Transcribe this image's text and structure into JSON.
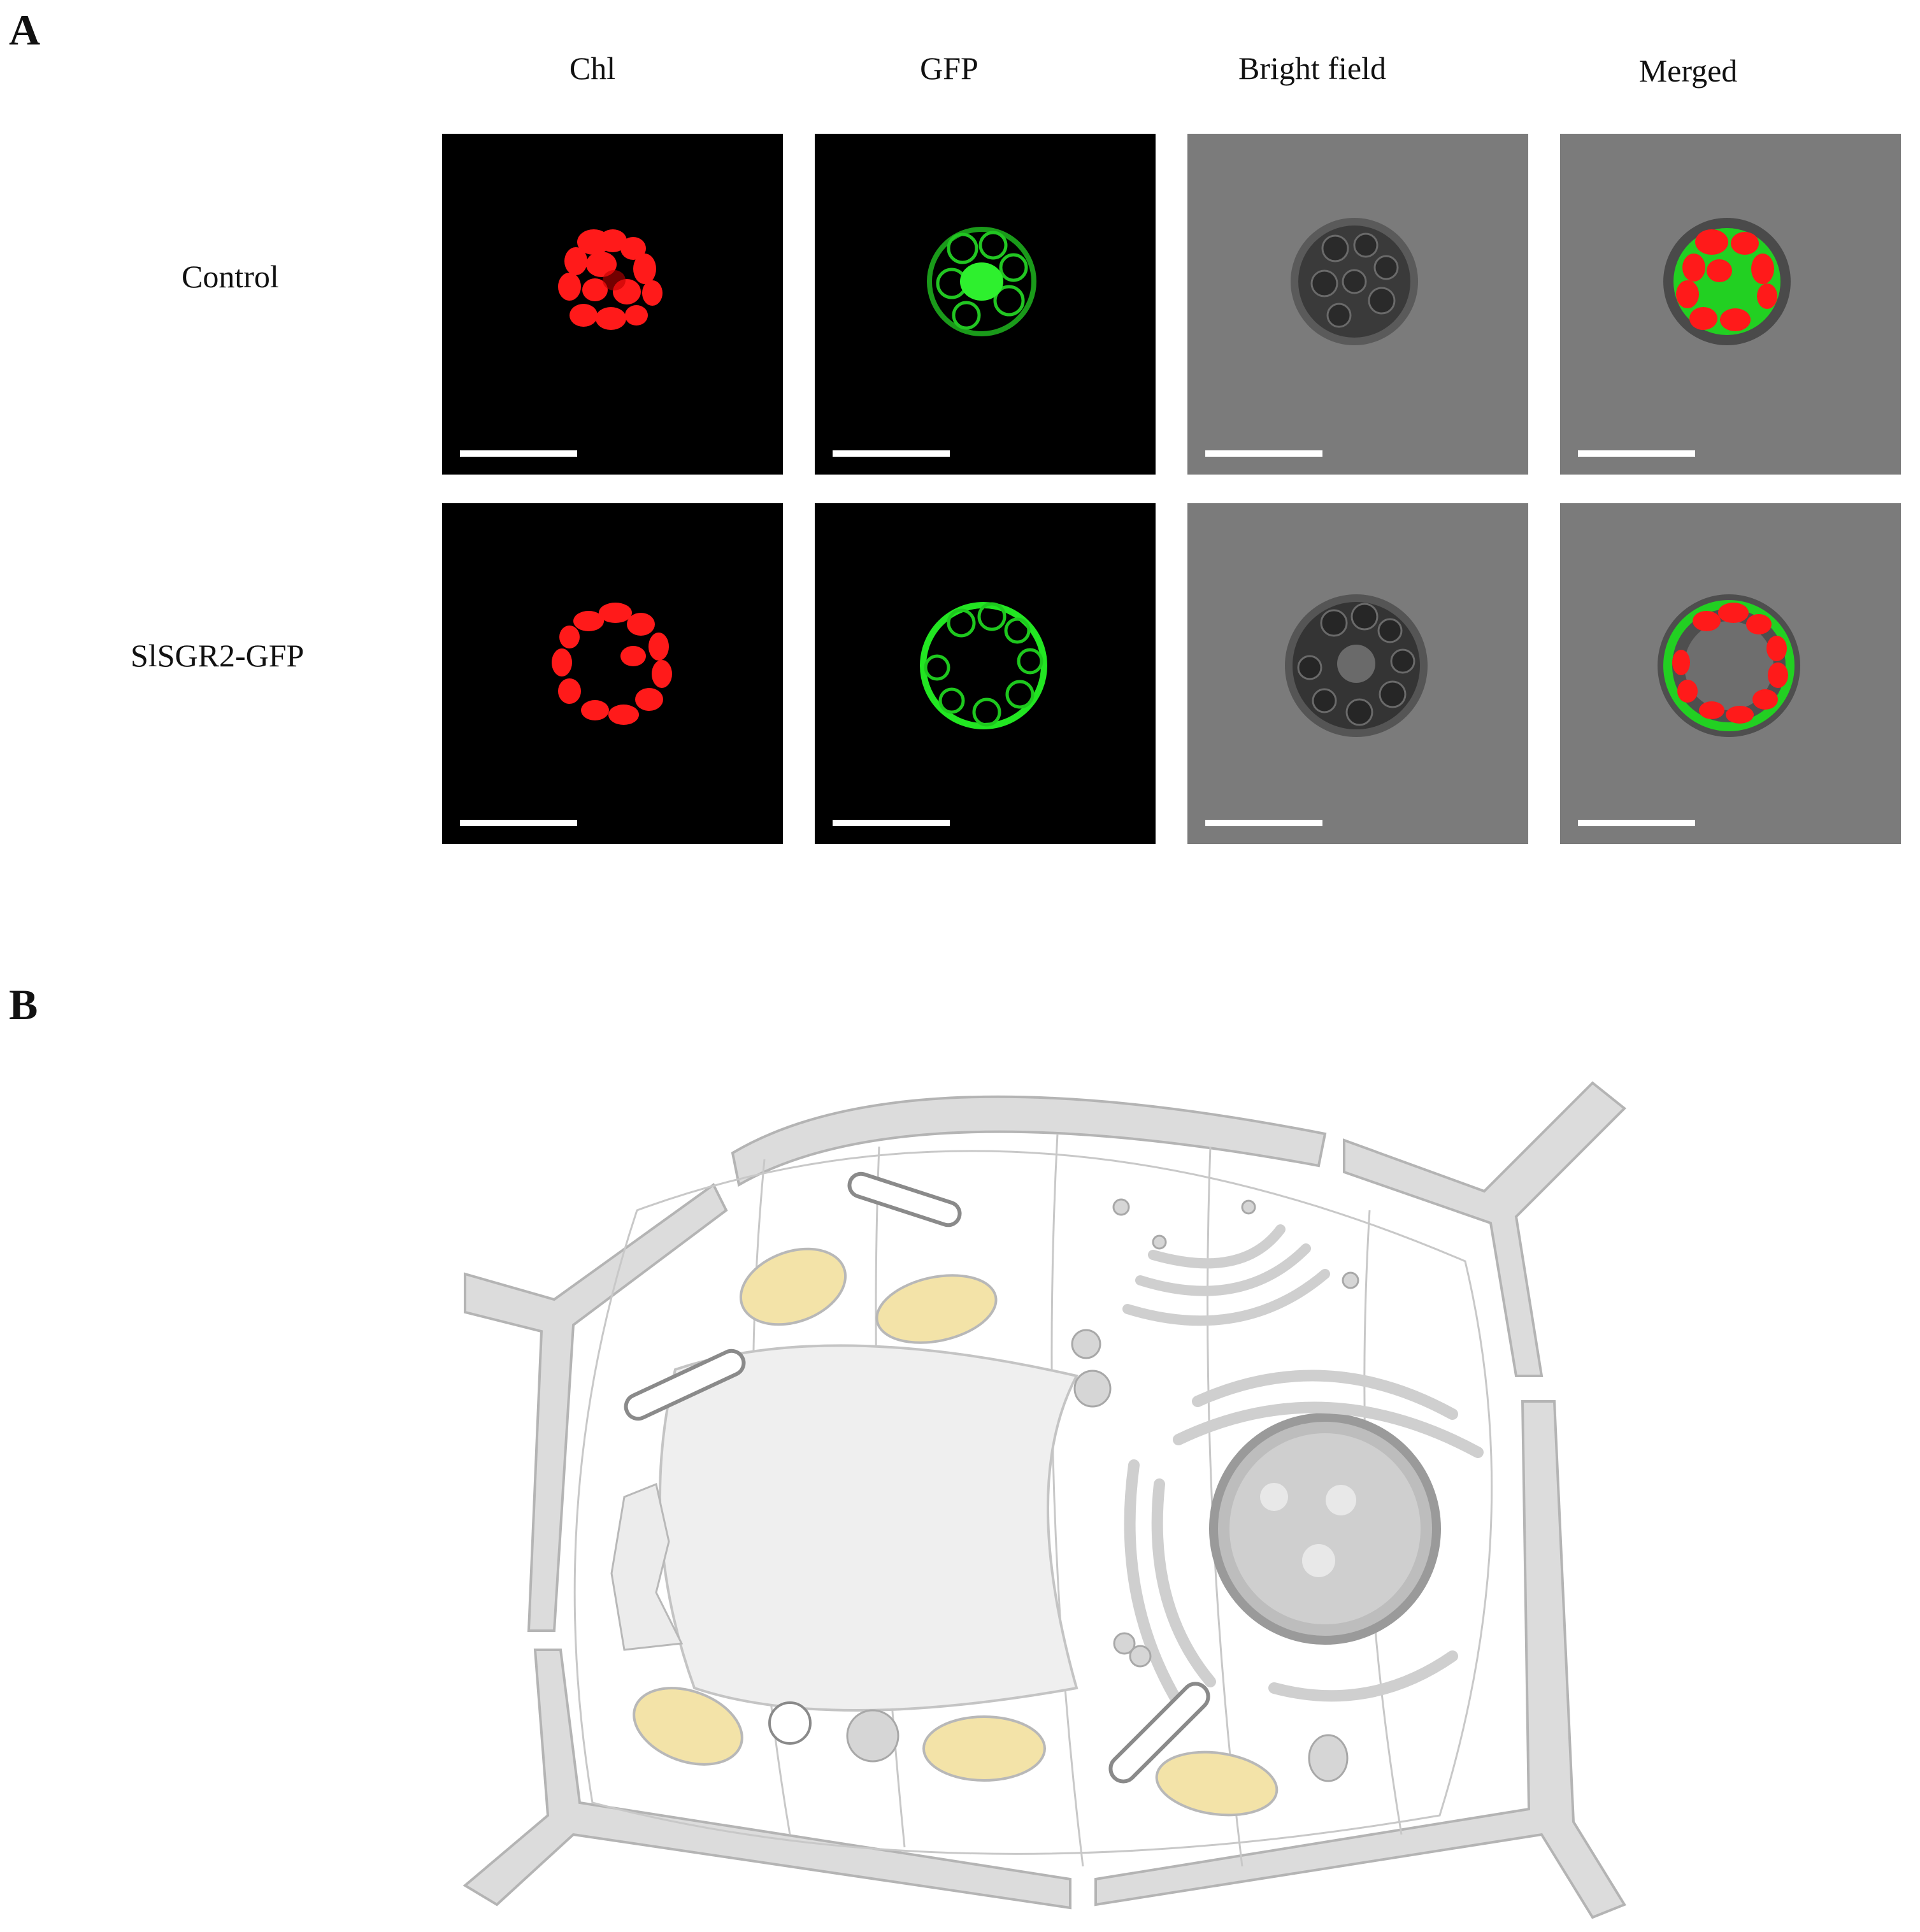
{
  "panel_a": {
    "letter": "A",
    "columns": [
      "Chl",
      "GFP",
      "Bright field",
      "Merged"
    ],
    "rows": [
      "Control",
      "SlSGR2-GFP"
    ]
  },
  "panel_b": {
    "letter": "B"
  },
  "colors": {
    "chl_red": "#ff1a1a",
    "gfp_green": "#22e622",
    "field_gray": "#7b7b7b",
    "chloroplast_yellow": "#f3e3a8",
    "cell_wall_gray": "#dcdcdc"
  }
}
